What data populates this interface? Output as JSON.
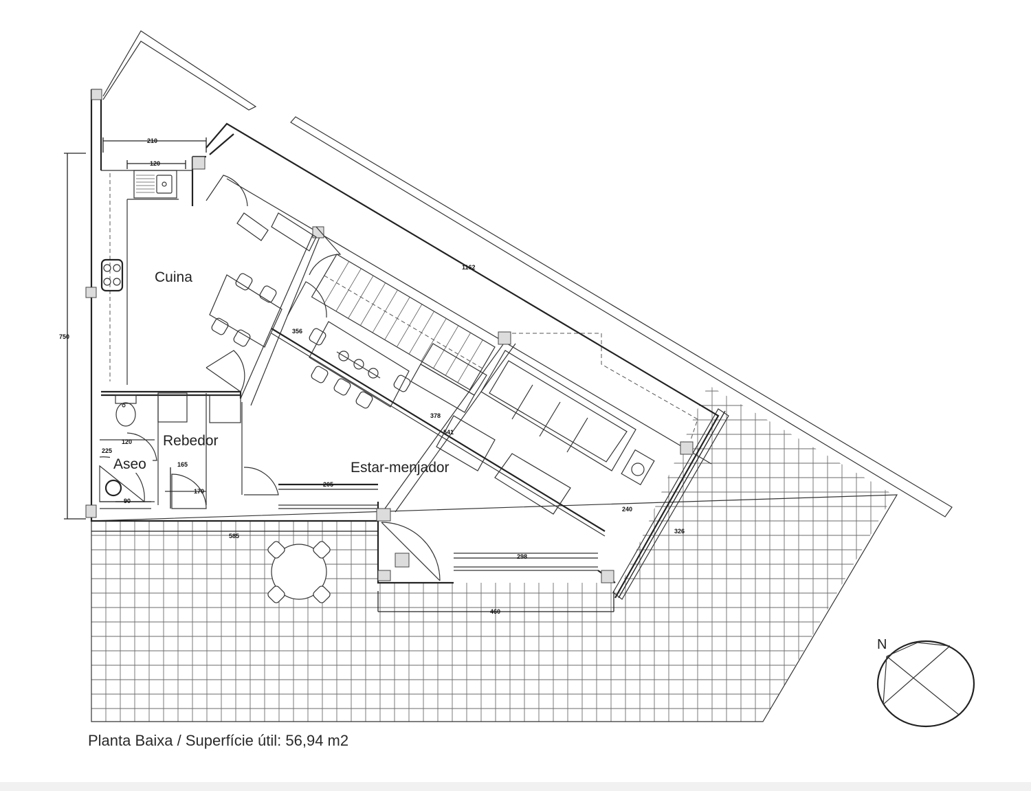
{
  "rooms": {
    "cuina": "Cuina",
    "rebedor": "Rebedor",
    "aseo": "Aseo",
    "estar": "Estar-menjador"
  },
  "dimensions": {
    "d210": "210",
    "d120a": "120",
    "d750": "750",
    "d1162": "1162",
    "d356": "356",
    "d378": "378",
    "d541": "541",
    "d120b": "120",
    "d225": "225",
    "d165": "165",
    "d170": "170",
    "d90": "90",
    "d205": "205",
    "d585": "585",
    "d298": "298",
    "d240": "240",
    "d326": "326",
    "d460": "460"
  },
  "caption": "Planta Baixa / Superfície útil: 56,94 m2",
  "compass": {
    "label": "N"
  }
}
